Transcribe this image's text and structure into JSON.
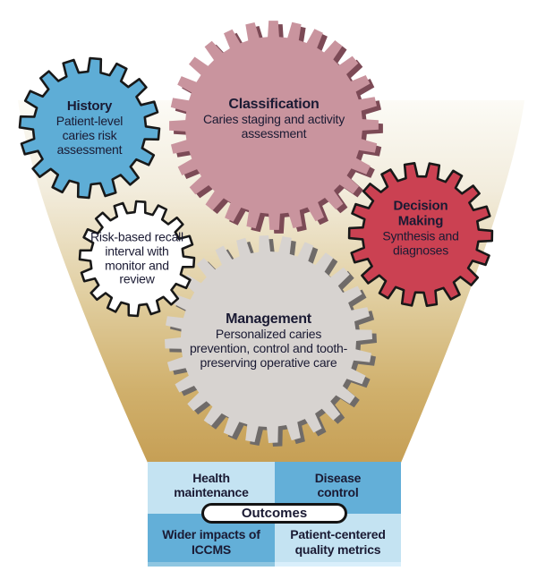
{
  "diagram": {
    "title_context": "Caries management cycle diagram",
    "gears": {
      "history": {
        "title": "History",
        "description": "Patient-level caries risk assessment",
        "fill": "#5eadd6",
        "outline": "#181818"
      },
      "classification": {
        "title": "Classification",
        "description": "Caries staging and activity assessment",
        "fill": "#c9949e",
        "shadow": "#7c4a56"
      },
      "decision_making": {
        "title": "Decision Making",
        "description": "Synthesis and diagnoses",
        "fill": "#cb4152",
        "outline": "#181818"
      },
      "recall": {
        "description": "Risk-based recall interval with monitor and review",
        "fill": "#ffffff",
        "outline": "#181818"
      },
      "management": {
        "title": "Management",
        "description": "Personalized caries prevention, control and tooth-preserving operative care",
        "fill": "#d7d3d0",
        "shadow": "#6f6b69"
      }
    },
    "funnel": {
      "gradient": [
        "#fcfbf6",
        "#f2ecdc",
        "#e0cd9e",
        "#d0b06c",
        "#c69f55"
      ]
    },
    "outcomes_table": {
      "pill_label": "Outcomes",
      "light_blue": "#c4e3f2",
      "dark_blue": "#63afd8",
      "cells": [
        {
          "label": "Health maintenance",
          "tone": "light"
        },
        {
          "label": "Disease control",
          "tone": "dark"
        },
        {
          "label": "Wider impacts of ICCMS",
          "tone": "dark"
        },
        {
          "label": "Patient-centered quality metrics",
          "tone": "light"
        }
      ]
    }
  }
}
